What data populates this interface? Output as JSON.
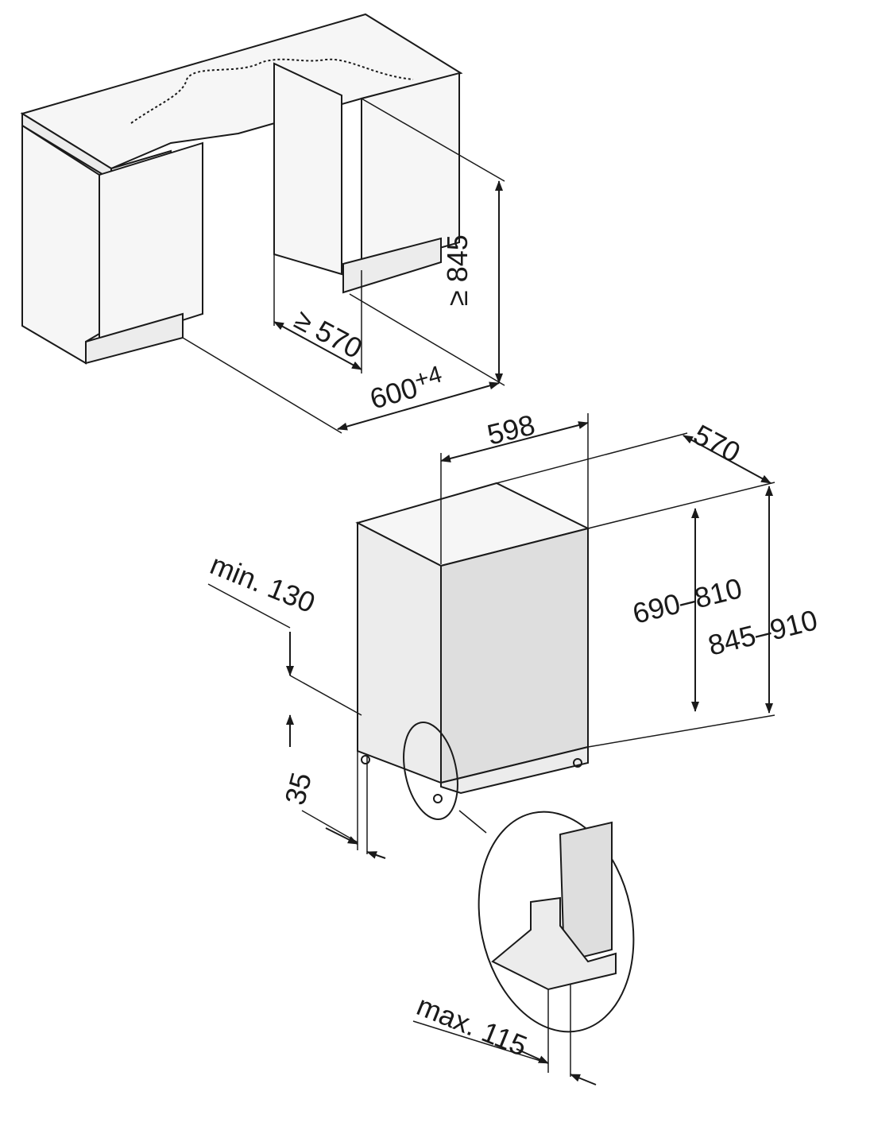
{
  "labels": {
    "niche_height": "≥ 845",
    "niche_depth": "≥ 570",
    "niche_width_base": "600",
    "niche_width_tol": "+4",
    "appliance_width": "598",
    "appliance_depth": "570",
    "door_height": "690–810",
    "total_height": "845–910",
    "min_plinth": "min. 130",
    "plinth_offset": "35",
    "max_plinth": "max. 115"
  },
  "colors": {
    "line": "#1a1a1a",
    "fill": "#ececec",
    "door": "#dedede"
  }
}
